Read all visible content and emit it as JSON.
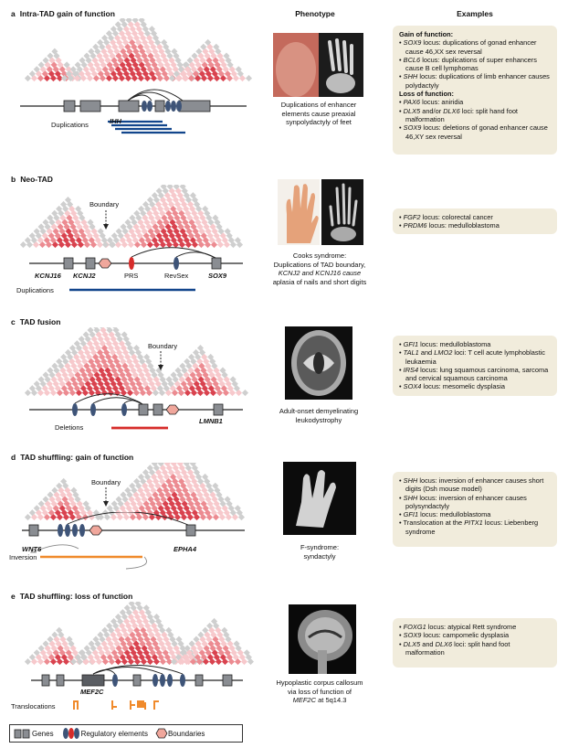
{
  "headers": {
    "phenotype": "Phenotype",
    "examples": "Examples"
  },
  "sections": [
    {
      "letter": "a",
      "title": "Intra-TAD gain of function",
      "genes": [
        "IHH"
      ],
      "track_labels": [
        "Duplications"
      ],
      "caption": [
        "Duplications of enhancer",
        "elements cause preaxial",
        "synpolydactyly of feet"
      ],
      "examples_gain_heading": "Gain of function:",
      "examples_gain": [
        {
          "gene": "SOX9",
          "text": " locus: duplications of gonad enhancer cause 46,XX sex reversal"
        },
        {
          "gene": "BCL6",
          "text": " locus: duplications of super enhancers cause B cell lymphomas"
        },
        {
          "gene": "SHH",
          "text": " locus: duplications of limb enhancer causes polydactyly"
        }
      ],
      "examples_loss_heading": "Loss of function:",
      "examples_loss": [
        {
          "gene": "PAX6",
          "text": " locus: aniridia"
        },
        {
          "gene": "DLX5",
          "text": " and/or ",
          "gene2": "DLX6",
          "text2": " loci: split hand foot malformation"
        },
        {
          "gene": "SOX9",
          "text": " locus: deletions of gonad enhancer cause 46,XY sex reversal"
        }
      ]
    },
    {
      "letter": "b",
      "title": "Neo-TAD",
      "boundary_label": "Boundary",
      "genes": [
        "KCNJ16",
        "KCNJ2",
        "SOX9"
      ],
      "element_labels": [
        "PRS",
        "RevSex"
      ],
      "track_labels": [
        "Duplications"
      ],
      "caption": [
        "Cooks syndrome:",
        "Duplications of TAD boundary,",
        "KCNJ2 and KCNJ16 cause",
        "aplasia of nails and short digits"
      ],
      "examples": [
        {
          "gene": "FGF2",
          "text": " locus: colorectal cancer"
        },
        {
          "gene": "PRDM6",
          "text": " locus: medulloblastoma"
        }
      ]
    },
    {
      "letter": "c",
      "title": "TAD fusion",
      "boundary_label": "Boundary",
      "genes": [
        "LMNB1"
      ],
      "track_labels": [
        "Deletions"
      ],
      "caption": [
        "Adult-onset demyelinating",
        "leukodystrophy"
      ],
      "examples": [
        {
          "gene": "GFI1",
          "text": " locus: medulloblastoma"
        },
        {
          "gene": "TAL1",
          "text": " and ",
          "gene2": "LMO2",
          "text2": " loci: T cell acute lymphoblastic leukaemia"
        },
        {
          "gene": "IRS4",
          "text": " locus: lung squamous carcinoma, sarcoma and cervical squamous carcinoma"
        },
        {
          "gene": "SOX4",
          "text": " locus: mesomelic dysplasia"
        }
      ]
    },
    {
      "letter": "d",
      "title": "TAD shuffling: gain of function",
      "boundary_label": "Boundary",
      "genes": [
        "WNT6",
        "EPHA4"
      ],
      "track_labels": [
        "Inversion"
      ],
      "caption": [
        "F-syndrome:",
        "syndactyly"
      ],
      "examples": [
        {
          "gene": "SHH",
          "text": " locus: inversion of enhancer causes short digits (Dsh mouse model)"
        },
        {
          "gene": "SHH",
          "text": " locus: inversion of enhancer causes polysyndactyly"
        },
        {
          "gene": "GFI1",
          "text": " locus: medulloblastoma"
        },
        {
          "gene": "",
          "text": "Translocation at the ",
          "gene2": "PITX1",
          "text2": " locus: Liebenberg syndrome"
        }
      ]
    },
    {
      "letter": "e",
      "title": "TAD shuffling: loss of function",
      "genes": [
        "MEF2C"
      ],
      "track_labels": [
        "Translocations"
      ],
      "caption": [
        "Hypoplastic corpus callosum",
        "via loss of function of",
        "MEF2C at 5q14.3"
      ],
      "examples": [
        {
          "gene": "FOXG1",
          "text": " locus: atypical Rett syndrome"
        },
        {
          "gene": "SOX9",
          "text": " locus: campomelic dysplasia"
        },
        {
          "gene": "DLX5",
          "text": " and ",
          "gene2": "DLX6",
          "text2": " loci: split hand foot malformation"
        }
      ]
    }
  ],
  "legend": {
    "genes": "Genes",
    "regulatory": "Regulatory elements",
    "boundaries": "Boundaries"
  },
  "colors": {
    "tad_dark": "#d9434f",
    "tad_mid": "#ec8b91",
    "tad_light": "#f7c9cc",
    "tad_grey": "#cfcfcf",
    "gene": "#8a8d92",
    "enhancer": "#3e5478",
    "boundary": "#f0a79c",
    "duplication": "#12458c",
    "deletion": "#d62c2a",
    "inversion": "#f08a2b",
    "box_bg": "#f1ecdc"
  }
}
